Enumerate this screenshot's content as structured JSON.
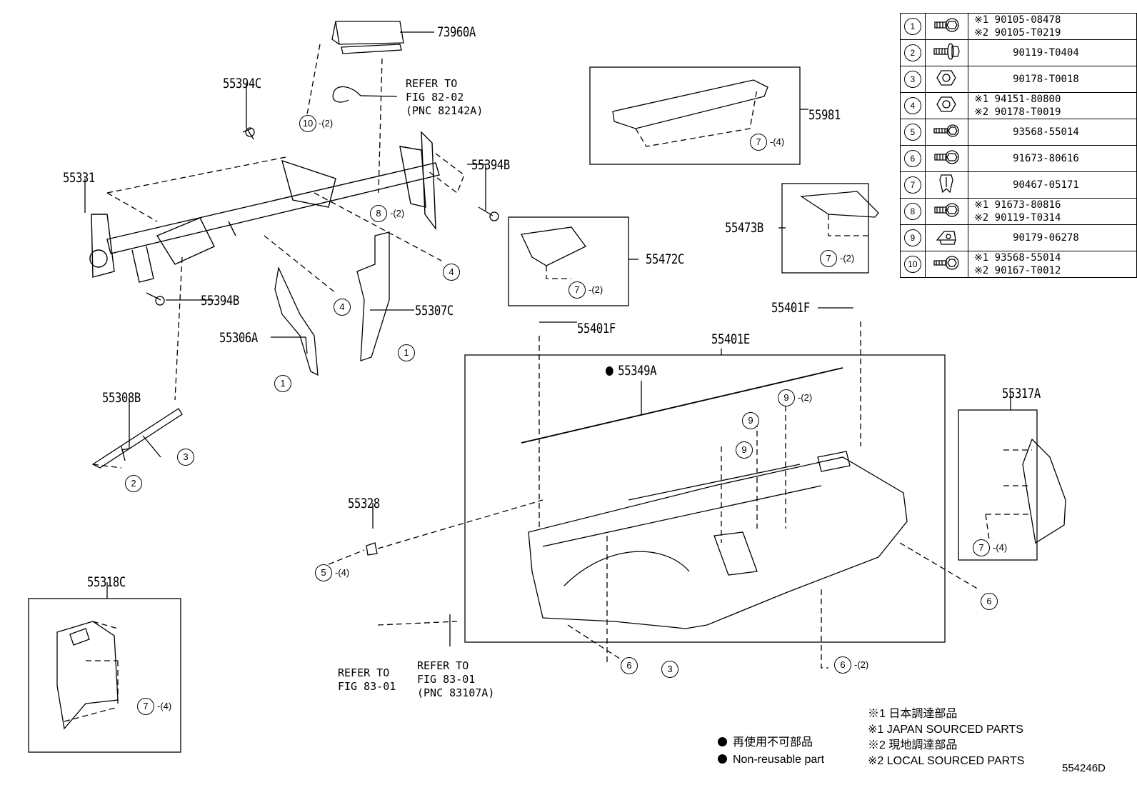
{
  "diagram_id": "554246D",
  "part_labels": [
    {
      "key": "p1",
      "text": "73960A"
    },
    {
      "key": "p2",
      "text": "55394C"
    },
    {
      "key": "p3",
      "text": "55331"
    },
    {
      "key": "p4",
      "text": "55394B"
    },
    {
      "key": "p5",
      "text": "55394B"
    },
    {
      "key": "p6",
      "text": "55307C"
    },
    {
      "key": "p7",
      "text": "55306A"
    },
    {
      "key": "p8",
      "text": "55308B"
    },
    {
      "key": "p9",
      "text": "55981"
    },
    {
      "key": "p10",
      "text": "55473B"
    },
    {
      "key": "p11",
      "text": "55472C"
    },
    {
      "key": "p12",
      "text": "55401F"
    },
    {
      "key": "p13",
      "text": "55401F"
    },
    {
      "key": "p14",
      "text": "55401E"
    },
    {
      "key": "p15",
      "text": "55349A"
    },
    {
      "key": "p16",
      "text": "55317A"
    },
    {
      "key": "p17",
      "text": "55328"
    },
    {
      "key": "p18",
      "text": "55318C"
    }
  ],
  "references": [
    {
      "key": "r1",
      "lines": [
        "REFER TO",
        "FIG 82-02",
        "(PNC 82142A)"
      ]
    },
    {
      "key": "r2",
      "lines": [
        "REFER TO",
        "FIG 83-01"
      ]
    },
    {
      "key": "r3",
      "lines": [
        "REFER TO",
        "FIG 83-01",
        "(PNC 83107A)"
      ]
    }
  ],
  "callouts": [
    {
      "key": "c1",
      "num": "10",
      "qty": "-(2)"
    },
    {
      "key": "c2",
      "num": "8",
      "qty": "-(2)"
    },
    {
      "key": "c3",
      "num": "4",
      "qty": ""
    },
    {
      "key": "c4",
      "num": "4",
      "qty": ""
    },
    {
      "key": "c5",
      "num": "1",
      "qty": ""
    },
    {
      "key": "c6",
      "num": "1",
      "qty": ""
    },
    {
      "key": "c7",
      "num": "3",
      "qty": ""
    },
    {
      "key": "c8",
      "num": "2",
      "qty": ""
    },
    {
      "key": "c9",
      "num": "7",
      "qty": "-(4)"
    },
    {
      "key": "c10",
      "num": "7",
      "qty": "-(2)"
    },
    {
      "key": "c11",
      "num": "7",
      "qty": "-(2)"
    },
    {
      "key": "c12",
      "num": "9",
      "qty": "-(2)"
    },
    {
      "key": "c13",
      "num": "9",
      "qty": ""
    },
    {
      "key": "c14",
      "num": "9",
      "qty": ""
    },
    {
      "key": "c15",
      "num": "7",
      "qty": "-(4)"
    },
    {
      "key": "c16",
      "num": "6",
      "qty": ""
    },
    {
      "key": "c17",
      "num": "5",
      "qty": "-(4)"
    },
    {
      "key": "c18",
      "num": "6",
      "qty": ""
    },
    {
      "key": "c19",
      "num": "3",
      "qty": ""
    },
    {
      "key": "c20",
      "num": "6",
      "qty": "-(2)"
    },
    {
      "key": "c21",
      "num": "7",
      "qty": "-(4)"
    }
  ],
  "fastener_table": [
    {
      "num": "1",
      "icon": "bolt-washer-icon",
      "parts": [
        "※1 90105-08478",
        "※2 90105-T0219"
      ]
    },
    {
      "num": "2",
      "icon": "bolt-flange-icon",
      "parts": [
        "90119-T0404"
      ]
    },
    {
      "num": "3",
      "icon": "hex-nut-icon",
      "parts": [
        "90178-T0018"
      ]
    },
    {
      "num": "4",
      "icon": "hex-nut-icon",
      "parts": [
        "※1 94151-80800",
        "※2 90178-T0019"
      ]
    },
    {
      "num": "5",
      "icon": "screw-icon",
      "parts": [
        "93568-55014"
      ]
    },
    {
      "num": "6",
      "icon": "bolt-washer-icon",
      "parts": [
        "91673-80616"
      ]
    },
    {
      "num": "7",
      "icon": "clip-icon",
      "parts": [
        "90467-05171"
      ]
    },
    {
      "num": "8",
      "icon": "bolt-washer-icon",
      "parts": [
        "※1 91673-80816",
        "※2 90119-T0314"
      ]
    },
    {
      "num": "9",
      "icon": "clip-nut-icon",
      "parts": [
        "90179-06278"
      ]
    },
    {
      "num": "10",
      "icon": "screw-washer-icon",
      "parts": [
        "※1 93568-55014",
        "※2 90167-T0012"
      ]
    }
  ],
  "legend": {
    "nonreusable_jp": "再使用不可部品",
    "nonreusable_en": "Non-reusable part",
    "note1_jp": "※1 日本調達部品",
    "note1_en": "※1 JAPAN SOURCED PARTS",
    "note2_jp": "※2 現地調達部品",
    "note2_en": "※2 LOCAL SOURCED PARTS"
  }
}
